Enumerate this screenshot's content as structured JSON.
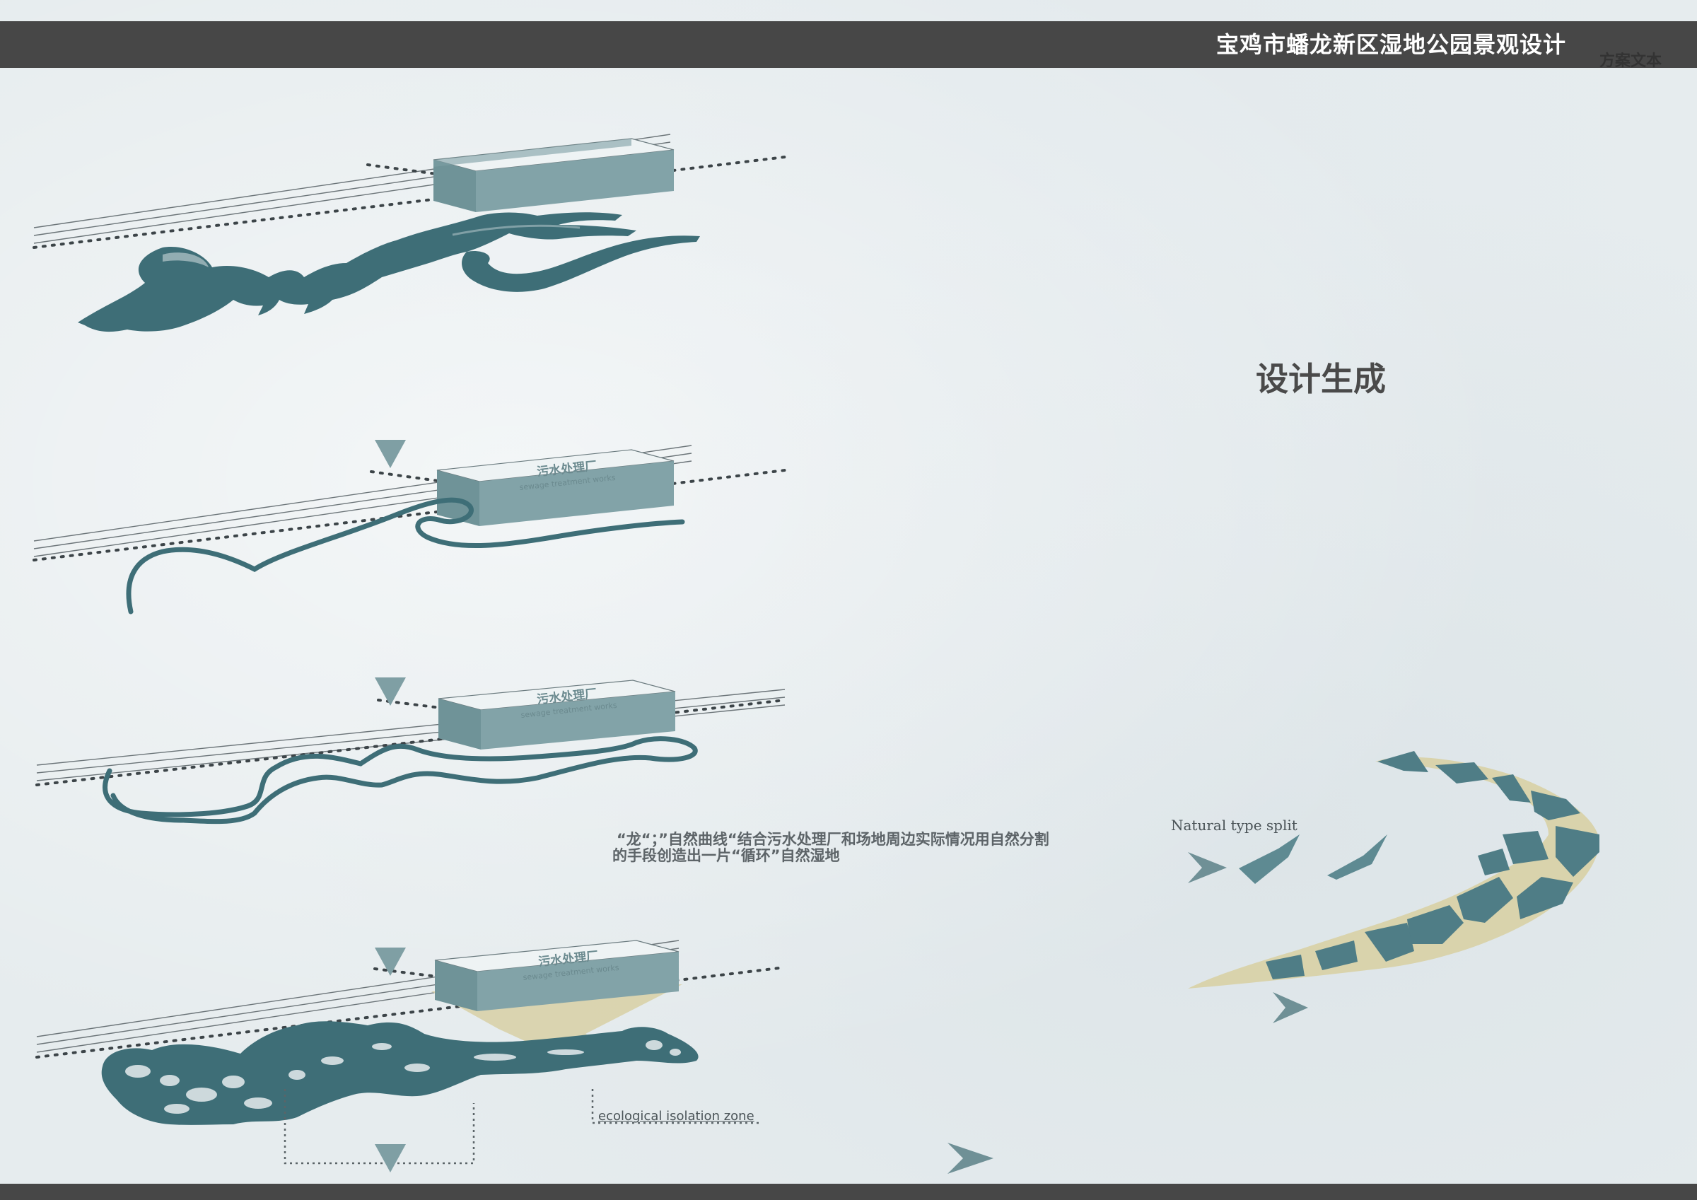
{
  "header": {
    "project_title": "宝鸡市蟠龙新区湿地公园景观设计",
    "doc_type": "方案文本"
  },
  "section_title": "设计生成",
  "concept_text": {
    "line1": "“龙“；”自然曲线“结合污水处理厂和场地周边实际情况用自然分割",
    "line2": "的手段创造出一片“循环”自然湿地"
  },
  "labels": {
    "natural_type_split": "Natural type split",
    "ecological_isolation_zone": "ecological isolation zone",
    "sewage_cn": "污水处理厂",
    "sewage_en": "sewage treatment works"
  },
  "colors": {
    "teal": "#3f6f78",
    "box_top": "#e9eff1",
    "box_side": "#7fa0a5",
    "sand": "#d9d3ac",
    "bar": "#474747",
    "arrow": "#7f9fa4"
  },
  "stages": [
    {
      "id": 1,
      "has_label": false
    },
    {
      "id": 2,
      "has_label": true
    },
    {
      "id": 3,
      "has_label": true
    },
    {
      "id": 4,
      "has_label": true
    }
  ]
}
